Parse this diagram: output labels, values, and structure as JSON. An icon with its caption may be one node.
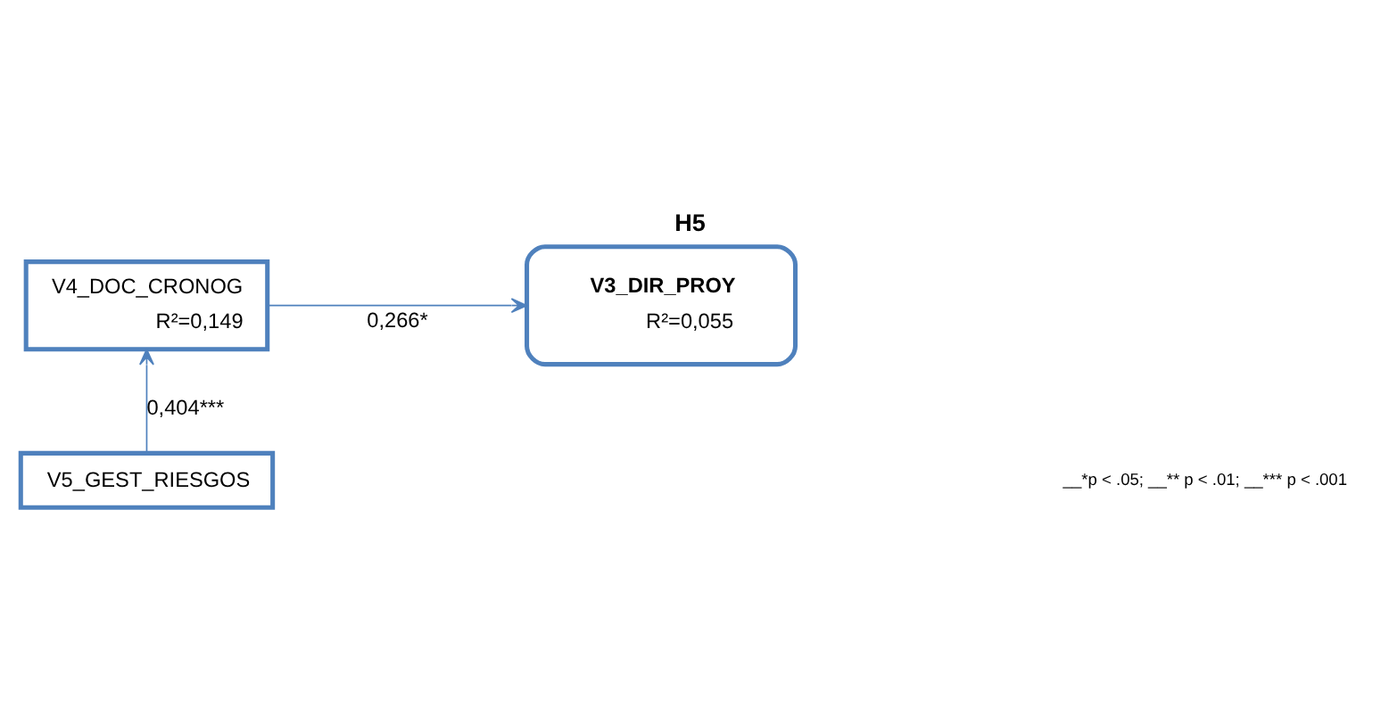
{
  "diagram": {
    "title": "H5",
    "nodes": [
      {
        "text": [
          "V4_DOC_CRONOG",
          "R²=0,149"
        ]
      },
      {
        "text": [
          "V3_DIR_PROY",
          "R²=0,055"
        ]
      },
      {
        "text": [
          "V5_GEST_RIESGOS"
        ]
      }
    ],
    "edges": [
      {
        "from": 0,
        "to": 1,
        "arrow": "to",
        "label": "0,266*"
      },
      {
        "from": 2,
        "to": 0,
        "arrow": "to",
        "label": "0,404***"
      }
    ],
    "labels": [
      "__*p < .05; __** p < .01; __*** p < .001"
    ]
  }
}
